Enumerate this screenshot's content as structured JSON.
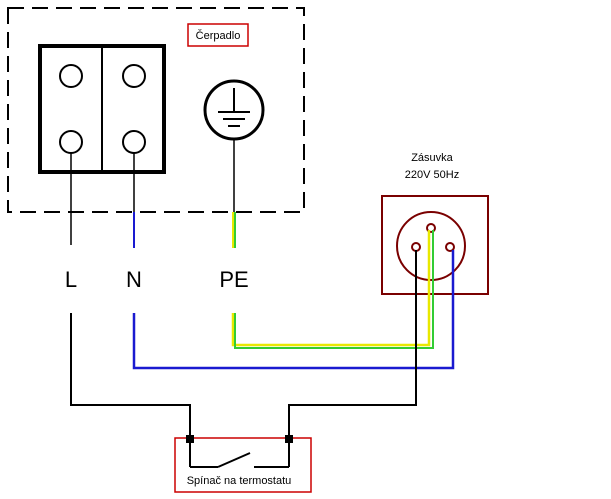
{
  "labels": {
    "pump": "Čerpadlo",
    "socket_title": "Zásuvka",
    "socket_rating": "220V 50Hz",
    "line": "L",
    "neutral": "N",
    "earth": "PE",
    "switch": "Spínač na termostatu"
  },
  "colors": {
    "wire_line": "#000000",
    "wire_neutral": "#1a1ad0",
    "wire_earth_yellow": "#e8e800",
    "wire_earth_green": "#33cc33",
    "socket_border": "#7a0000",
    "label_box_border": "#cc0000"
  }
}
